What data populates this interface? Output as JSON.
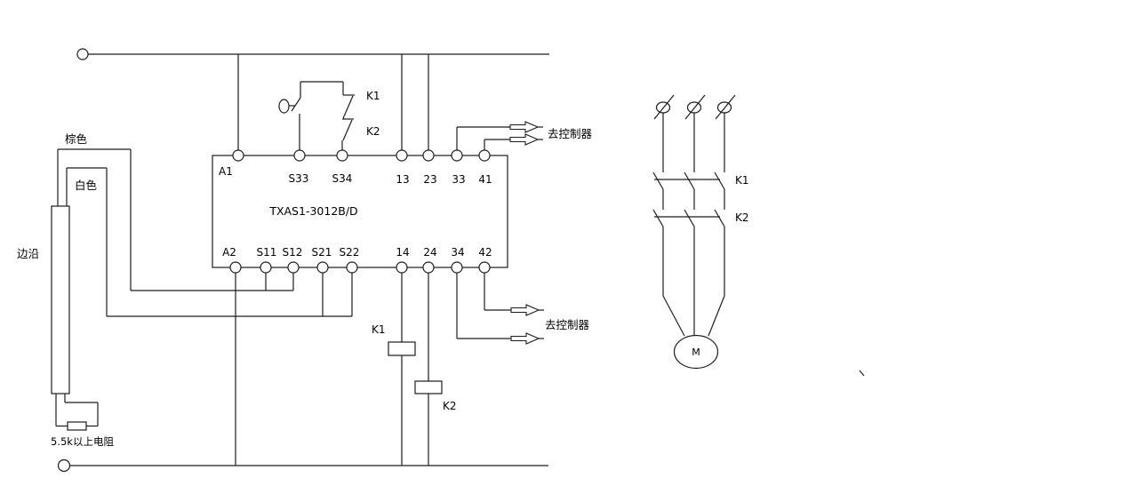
{
  "page": {
    "background": "#ffffff",
    "line_color": "#1c1c1c",
    "text_color": "#000000"
  },
  "relay": {
    "model": "TXAS1-3012B/D",
    "top_terminals": [
      "A1",
      "S33",
      "S34",
      "13",
      "23",
      "33",
      "41"
    ],
    "bottom_terminals": [
      "A2",
      "S11",
      "S12",
      "S21",
      "S22",
      "14",
      "24",
      "34",
      "42"
    ]
  },
  "sensor": {
    "name": "边沿",
    "brown_wire": "棕色",
    "white_wire": "白色",
    "resistor_note": "5.5k以上电阻"
  },
  "reset_branch": {
    "k1": "K1",
    "k2": "K2"
  },
  "coils": {
    "k1": "K1",
    "k2": "K2"
  },
  "outputs": {
    "top": "去控制器",
    "bottom": "去控制器"
  },
  "power": {
    "k1": "K1",
    "k2": "K2",
    "motor": "M"
  }
}
